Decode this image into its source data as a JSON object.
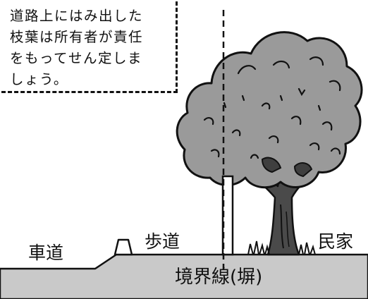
{
  "note": {
    "lines": [
      "道路上にはみ出した",
      "枝葉は所有者が責任",
      "をもってせん定しま",
      "しょう。"
    ]
  },
  "labels": {
    "road": "車道",
    "sidewalk": "歩道",
    "residence": "民家",
    "boundary": "境界線(塀)"
  },
  "colors": {
    "ground": "#c9c9c9",
    "foliage": "#9a9a9a",
    "trunk": "#4a4a4a",
    "outline": "#111111"
  }
}
